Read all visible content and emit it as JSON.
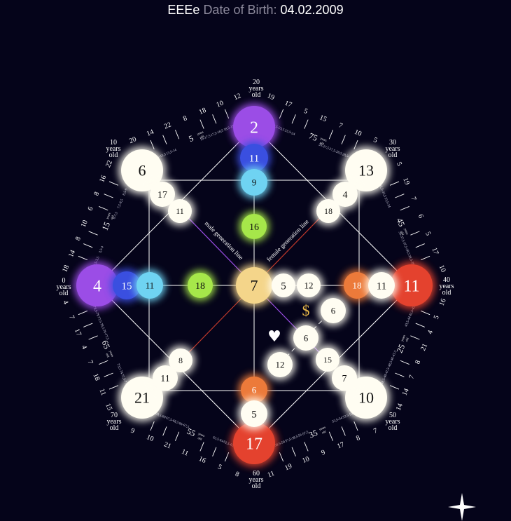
{
  "header": {
    "name": "EEEe",
    "dob_label": "Date of Birth:",
    "dob_value": "04.02.2009"
  },
  "colors": {
    "background": "#05041a",
    "white": "#fffdf2",
    "purple": "#9b4de6",
    "blue": "#3a4fe0",
    "cyan": "#6fd3f2",
    "green": "#a6e74a",
    "yellow": "#f4d58a",
    "orange": "#ec7a3a",
    "red": "#e4422e",
    "gold": "#e8b84a"
  },
  "age_labels": [
    {
      "id": "age-0",
      "lines": [
        "0",
        "years",
        "old"
      ]
    },
    {
      "id": "age-10",
      "lines": [
        "10",
        "years",
        "old"
      ]
    },
    {
      "id": "age-20",
      "lines": [
        "20",
        "years",
        "old"
      ]
    },
    {
      "id": "age-30",
      "lines": [
        "30",
        "years",
        "old"
      ]
    },
    {
      "id": "age-40",
      "lines": [
        "40",
        "years",
        "old"
      ]
    },
    {
      "id": "age-50",
      "lines": [
        "50",
        "years",
        "old"
      ]
    },
    {
      "id": "age-60",
      "lines": [
        "60",
        "years",
        "old"
      ]
    },
    {
      "id": "age-70",
      "lines": [
        "70",
        "years",
        "old"
      ]
    }
  ],
  "main_nodes": [
    {
      "id": "left-main",
      "value": "4",
      "color": "purple"
    },
    {
      "id": "top-main",
      "value": "2",
      "color": "purple"
    },
    {
      "id": "right-main",
      "value": "11",
      "color": "red"
    },
    {
      "id": "bottom-main",
      "value": "17",
      "color": "red"
    },
    {
      "id": "top-left-main",
      "value": "6",
      "color": "white"
    },
    {
      "id": "top-right-main",
      "value": "13",
      "color": "white"
    },
    {
      "id": "bottom-right-main",
      "value": "10",
      "color": "white"
    },
    {
      "id": "bottom-left-main",
      "value": "21",
      "color": "white"
    },
    {
      "id": "center",
      "value": "7",
      "color": "yellow"
    }
  ],
  "inner_nodes": [
    {
      "id": "left-blue",
      "value": "15",
      "color": "blue"
    },
    {
      "id": "left-cyan",
      "value": "11",
      "color": "cyan"
    },
    {
      "id": "left-green",
      "value": "18",
      "color": "green"
    },
    {
      "id": "top-blue",
      "value": "11",
      "color": "blue"
    },
    {
      "id": "top-cyan",
      "value": "9",
      "color": "cyan"
    },
    {
      "id": "top-green",
      "value": "16",
      "color": "green"
    },
    {
      "id": "right-orange",
      "value": "18",
      "color": "orange"
    },
    {
      "id": "right-white",
      "value": "11",
      "color": "white"
    },
    {
      "id": "bottom-orange",
      "value": "6",
      "color": "orange"
    },
    {
      "id": "bottom-white",
      "value": "5",
      "color": "white"
    },
    {
      "id": "center-right-1",
      "value": "5",
      "color": "white"
    },
    {
      "id": "center-right-2",
      "value": "12",
      "color": "white"
    },
    {
      "id": "tl-outer",
      "value": "17",
      "color": "white"
    },
    {
      "id": "tl-inner",
      "value": "11",
      "color": "white"
    },
    {
      "id": "tr-outer",
      "value": "4",
      "color": "white"
    },
    {
      "id": "tr-inner",
      "value": "18",
      "color": "white"
    },
    {
      "id": "bl-inner",
      "value": "8",
      "color": "white"
    },
    {
      "id": "bl-outer",
      "value": "11",
      "color": "white"
    },
    {
      "id": "br-inner",
      "value": "15",
      "color": "white"
    },
    {
      "id": "br-outer",
      "value": "7",
      "color": "white"
    },
    {
      "id": "money-node",
      "value": "6",
      "color": "white"
    },
    {
      "id": "heart-node-upper",
      "value": "6",
      "color": "white"
    },
    {
      "id": "heart-node-lower",
      "value": "12",
      "color": "white"
    }
  ],
  "symbols": {
    "dollar": "$",
    "heart": "♥"
  },
  "line_labels": {
    "male": "male generation line",
    "female": "female generation line"
  },
  "ring": {
    "big": [
      "15",
      "5",
      "75",
      "45",
      "25",
      "35",
      "55",
      "65"
    ],
    "years_word": "years",
    "old_word": "old",
    "small": [
      [
        "18",
        "14",
        "8",
        "10",
        "6",
        "8",
        "16",
        "22"
      ],
      [
        "20",
        "14",
        "22",
        "8",
        "18",
        "10",
        "12"
      ],
      [
        "19",
        "17",
        "5",
        "15",
        "7",
        "10",
        "5"
      ],
      [
        "5",
        "19",
        "7",
        "6",
        "5",
        "17",
        "10"
      ],
      [
        "16",
        "5",
        "4",
        "21",
        "8",
        "7",
        "14",
        "14"
      ],
      [
        "7",
        "8",
        "17",
        "9",
        "10",
        "19",
        "11"
      ],
      [
        "8",
        "5",
        "16",
        "11",
        "21",
        "10",
        "9"
      ],
      [
        "15",
        "11",
        "18",
        "7",
        "4",
        "17",
        "7",
        "4"
      ]
    ],
    "ranges": [
      [
        "1-2,5",
        "2,5-3,5",
        "3,5-4",
        "6-7,5",
        "7,5-8,5",
        "8,5-9"
      ],
      [
        "11-12,5",
        "12,5-13,5",
        "13,5-14",
        "16-17,5",
        "17,5-18,5",
        "18,5-19"
      ],
      [
        "21-22,5",
        "22,5-23,5",
        "23,5-24",
        "26-27,5",
        "27,5-28,5",
        "28,5-29"
      ],
      [
        "31-32,5",
        "32,5-33,5",
        "33,5-34",
        "36-37,5",
        "37,5-38,5",
        "38,5-39"
      ],
      [
        "41-42,5",
        "42,5-43,5",
        "43,5-44",
        "46-47,5",
        "47,5-48,5",
        "48,5-49"
      ],
      [
        "51-52,5",
        "52,5-53,5",
        "53,5-54",
        "56-57,5",
        "57,5-58,5",
        "58,5-59"
      ],
      [
        "61-62,5",
        "62,5-63,5",
        "63,5-64",
        "66-67,5",
        "67,5-68,5",
        "68,5-69"
      ],
      [
        "71-72,5",
        "72,5-73,5",
        "73,5-74",
        "76-77,5",
        "77,5-78,5",
        "78,5-79"
      ]
    ]
  }
}
